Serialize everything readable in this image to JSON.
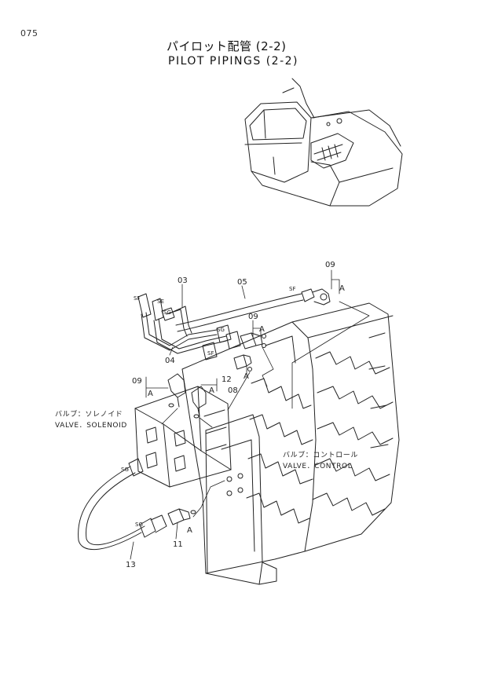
{
  "page": {
    "number": "075",
    "title_jp": "パイロット配管 (2-2)",
    "title_en": "PILOT PIPINGS (2-2)"
  },
  "callouts": {
    "p03": "03",
    "p04": "04",
    "p05": "05",
    "p08": "08",
    "p09_top": "09",
    "p09_mid": "09",
    "p09_left": "09",
    "p11": "11",
    "p12": "12",
    "p13": "13"
  },
  "letters": {
    "a1": "A",
    "a2": "A",
    "a3": "A",
    "a4": "A",
    "a5": "A",
    "a6": "A"
  },
  "marks": {
    "sf1": "SF",
    "se1": "SE",
    "sg1": "SG",
    "sg2": "SG",
    "sf2": "SF",
    "sf3": "SF",
    "sg3": "SG",
    "sg4": "SG"
  },
  "labels": {
    "valve_solenoid_jp": "バルブ：ソレノイド",
    "valve_solenoid_en": "VALVE．SOLENOID",
    "valve_control_jp": "バルブ：コントロール",
    "valve_control_en": "VALVE．CONTROL"
  }
}
